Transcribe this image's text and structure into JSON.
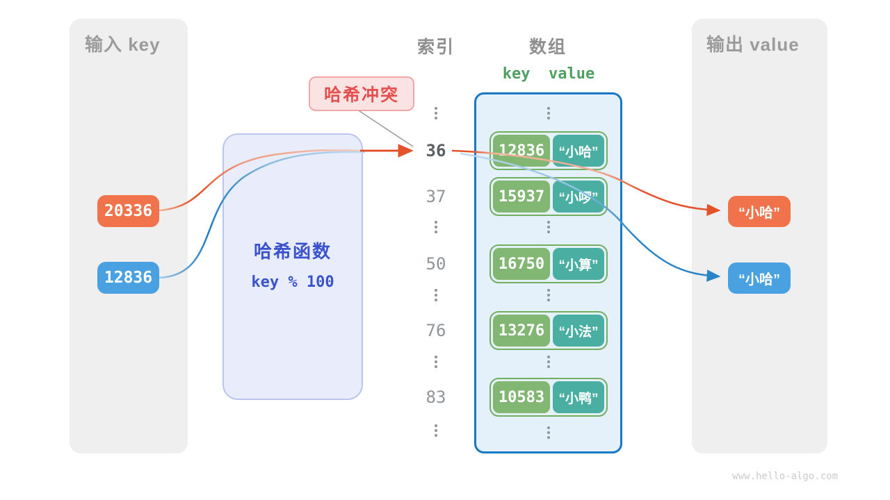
{
  "input_panel": {
    "title": "输入 key",
    "keys": [
      {
        "label": "20336",
        "color": "orange"
      },
      {
        "label": "12836",
        "color": "blue"
      }
    ]
  },
  "hash_function": {
    "title": "哈希函数",
    "formula": "key % 100"
  },
  "collision_label": "哈希冲突",
  "index_column": {
    "title": "索引",
    "values": [
      {
        "label": "36",
        "highlight": true
      },
      {
        "label": "37",
        "highlight": false
      },
      {
        "label": "50",
        "highlight": false
      },
      {
        "label": "76",
        "highlight": false
      },
      {
        "label": "83",
        "highlight": false
      }
    ]
  },
  "array_column": {
    "title": "数组",
    "header": "key  value",
    "entries": [
      {
        "key": "12836",
        "value": "“小哈”"
      },
      {
        "key": "15937",
        "value": "“小啰”"
      },
      {
        "key": "16750",
        "value": "“小算”"
      },
      {
        "key": "13276",
        "value": "“小法”"
      },
      {
        "key": "10583",
        "value": "“小鸭”"
      }
    ]
  },
  "output_panel": {
    "title": "输出 value",
    "values": [
      {
        "label": "“小哈”",
        "color": "orange"
      },
      {
        "label": "“小哈”",
        "color": "blue"
      }
    ]
  },
  "watermark": "www.hello-algo.com",
  "colors": {
    "input_orange": "#F0734B",
    "input_blue": "#49A1E2",
    "key_green": "#82B673",
    "value_teal": "#4AAEA2",
    "pair_border_green": "#6FAF5F",
    "array_border_blue": "#1879C2",
    "array_bg": "#E4F0FA",
    "hash_box_bg": "#E9EDFB",
    "hash_box_border": "#BAC4EF",
    "hash_text_blue": "#3A53CC",
    "collision_bg": "#FBE3E3",
    "collision_border": "#F2A7A7",
    "collision_text": "#E4504E",
    "panel_gray": "#EFEFEF",
    "title_gray": "#9B9B9B",
    "index_gray": "#8F9499",
    "arrow_orange": "#E3532B",
    "arrow_blue": "#2B84C6",
    "kv_header_green": "#4F9F63"
  }
}
